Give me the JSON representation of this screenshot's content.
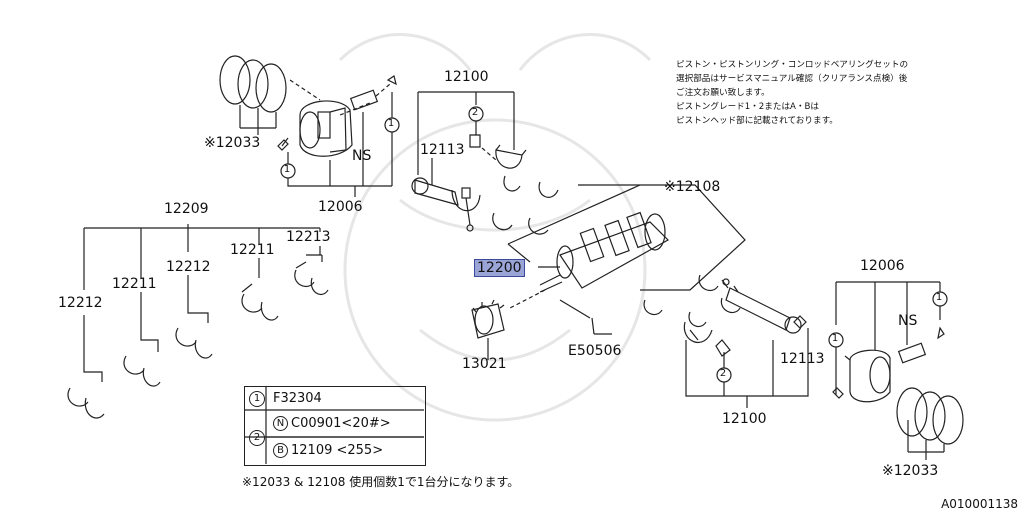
{
  "selected_part": "12200",
  "part_labels": {
    "p12033_top": "※12033",
    "p12006_top": "12006",
    "p12100_top": "12100",
    "p12113_top": "12113",
    "p12108": "※12108",
    "p12209": "12209",
    "p12211_a": "12211",
    "p12211_b": "12211",
    "p12212_a": "12212",
    "p12212_b": "12212",
    "p12213": "12213",
    "p12200": "12200",
    "p13021": "13021",
    "pE50506": "E50506",
    "p12006_right": "12006",
    "p12113_right": "12113",
    "p12100_bottom": "12100",
    "p12033_bottom": "※12033",
    "ns_top": "NS",
    "ns_right": "NS"
  },
  "note_lines": [
    "ピストン・ピストンリング・コンロッドベアリングセットの",
    "選択部品はサービスマニュアル確認（クリアランス点検）後",
    "ご注文お願い致します。",
    "ピストングレード1・2またはA・Bは",
    "ピストンヘッド部に記載されております。"
  ],
  "legend": {
    "row1_marker": "1",
    "row1_text": "F32304",
    "row2_marker": "2",
    "row2a_marker": "N",
    "row2a_text": "C00901<20#>",
    "row2b_marker": "B",
    "row2b_text": "12109  <255>"
  },
  "ref_markers": {
    "one": "1",
    "two": "2"
  },
  "footnote": "※12033 & 12108 使用個数1で1台分になります。",
  "doc_id": "A010001138",
  "colors": {
    "selection_fill": "#9aa4d6",
    "selection_border": "#3b4a9a",
    "line": "#222222"
  }
}
